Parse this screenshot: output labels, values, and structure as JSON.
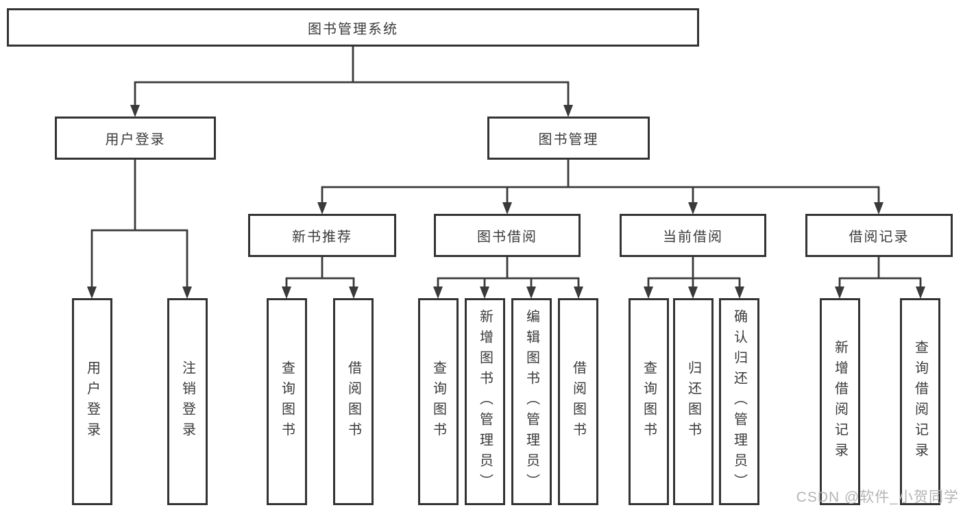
{
  "diagram": {
    "type": "hierarchy-tree",
    "colors": {
      "line": "#3a3a3a",
      "box_border": "#333333",
      "text": "#3a3a3a",
      "watermark": "#b4b4b4",
      "background": "#ffffff"
    }
  },
  "tree": {
    "label": "图书管理系统",
    "children": [
      {
        "label": "用户登录",
        "children": [
          {
            "label": "用户登录"
          },
          {
            "label": "注销登录"
          }
        ]
      },
      {
        "label": "图书管理",
        "children": [
          {
            "label": "新书推荐",
            "children": [
              {
                "label": "查询图书"
              },
              {
                "label": "借阅图书"
              }
            ]
          },
          {
            "label": "图书借阅",
            "children": [
              {
                "label": "查询图书"
              },
              {
                "label": "新增图书（管理员）"
              },
              {
                "label": "编辑图书（管理员）"
              },
              {
                "label": "借阅图书"
              }
            ]
          },
          {
            "label": "当前借阅",
            "children": [
              {
                "label": "查询图书"
              },
              {
                "label": "归还图书"
              },
              {
                "label": "确认归还（管理员）"
              }
            ]
          },
          {
            "label": "借阅记录",
            "children": [
              {
                "label": "新增借阅记录"
              },
              {
                "label": "查询借阅记录"
              }
            ]
          }
        ]
      }
    ]
  },
  "watermark": "CSDN @软件_小贺同学"
}
